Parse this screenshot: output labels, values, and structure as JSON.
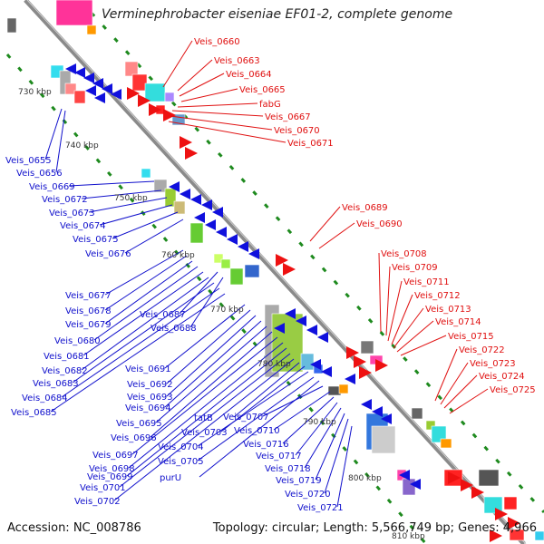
{
  "title": "Verminephrobacter eiseniae EF01-2, complete genome",
  "accession": "Accession: NC_008786",
  "topology": "Topology: circular; Length: 5,566,749 bp; Genes: 4,966",
  "colors": {
    "backbone": "#8a8a8a",
    "tick": "#1e8a1e",
    "forward_label": "#e01010",
    "reverse_label": "#1010cc"
  },
  "scale_labels": [
    "730 kbp",
    "740 kbp",
    "750 kbp",
    "760 kbp",
    "770 kbp",
    "780 kbp",
    "790 kbp",
    "800 kbp",
    "810 kbp"
  ],
  "forward_genes": [
    "Veis_0660",
    "Veis_0663",
    "Veis_0664",
    "Veis_0665",
    "fabG",
    "Veis_0667",
    "Veis_0670",
    "Veis_0671",
    "Veis_0689",
    "Veis_0690",
    "Veis_0708",
    "Veis_0709",
    "Veis_0711",
    "Veis_0712",
    "Veis_0713",
    "Veis_0714",
    "Veis_0715",
    "Veis_0722",
    "Veis_0723",
    "Veis_0724",
    "Veis_0725"
  ],
  "reverse_genes": [
    "Veis_0655",
    "Veis_0656",
    "Veis_0669",
    "Veis_0672",
    "Veis_0673",
    "Veis_0674",
    "Veis_0675",
    "Veis_0676",
    "Veis_0677",
    "Veis_0678",
    "Veis_0679",
    "Veis_0680",
    "Veis_0681",
    "Veis_0682",
    "Veis_0683",
    "Veis_0684",
    "Veis_0685",
    "Veis_0687",
    "Veis_0688",
    "Veis_0691",
    "Veis_0692",
    "Veis_0693",
    "Veis_0694",
    "Veis_0695",
    "Veis_0696",
    "Veis_0697",
    "Veis_0698",
    "Veis_0699",
    "Veis_0701",
    "Veis_0702",
    "tatB",
    "Veis_0703",
    "Veis_0704",
    "Veis_0705",
    "purU",
    "Veis_0707",
    "Veis_0710",
    "Veis_0716",
    "Veis_0717",
    "Veis_0718",
    "Veis_0719",
    "Veis_0720",
    "Veis_0721"
  ]
}
